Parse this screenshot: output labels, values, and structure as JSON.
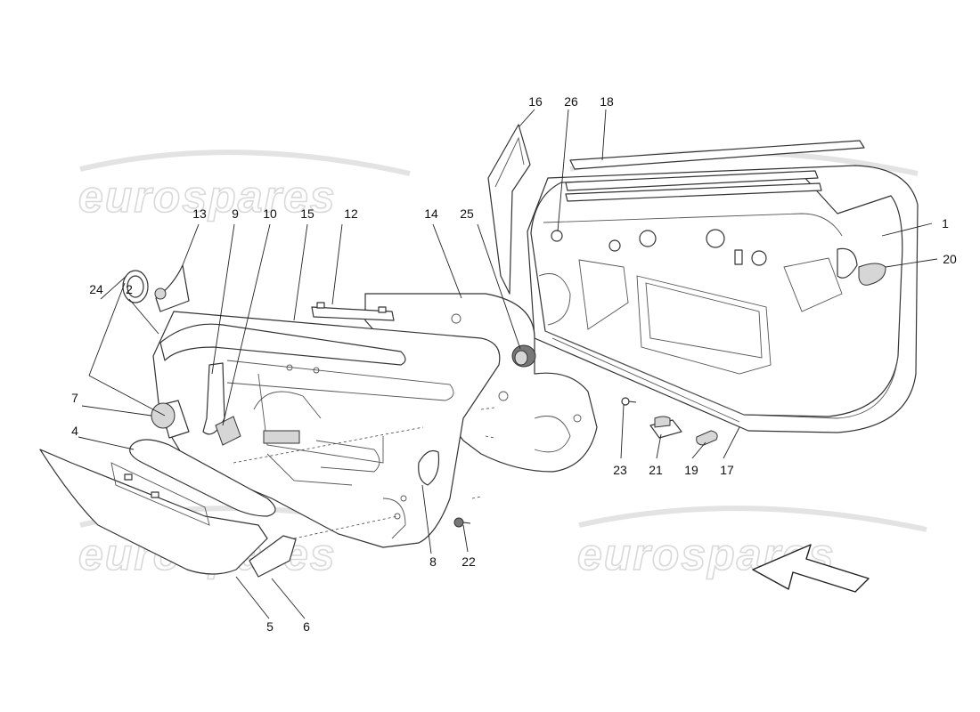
{
  "watermark": {
    "text": "eurospares"
  },
  "callouts": [
    {
      "id": "c1",
      "label": "1"
    },
    {
      "id": "c2",
      "label": "2"
    },
    {
      "id": "c4",
      "label": "4"
    },
    {
      "id": "c5",
      "label": "5"
    },
    {
      "id": "c6",
      "label": "6"
    },
    {
      "id": "c7",
      "label": "7"
    },
    {
      "id": "c8",
      "label": "8"
    },
    {
      "id": "c9",
      "label": "9"
    },
    {
      "id": "c10",
      "label": "10"
    },
    {
      "id": "c12",
      "label": "12"
    },
    {
      "id": "c13",
      "label": "13"
    },
    {
      "id": "c14",
      "label": "14"
    },
    {
      "id": "c15",
      "label": "15"
    },
    {
      "id": "c16",
      "label": "16"
    },
    {
      "id": "c17",
      "label": "17"
    },
    {
      "id": "c18",
      "label": "18"
    },
    {
      "id": "c19",
      "label": "19"
    },
    {
      "id": "c20",
      "label": "20"
    },
    {
      "id": "c21",
      "label": "21"
    },
    {
      "id": "c22",
      "label": "22"
    },
    {
      "id": "c23",
      "label": "23"
    },
    {
      "id": "c24",
      "label": "24"
    },
    {
      "id": "c25",
      "label": "25"
    },
    {
      "id": "c26",
      "label": "26"
    }
  ]
}
